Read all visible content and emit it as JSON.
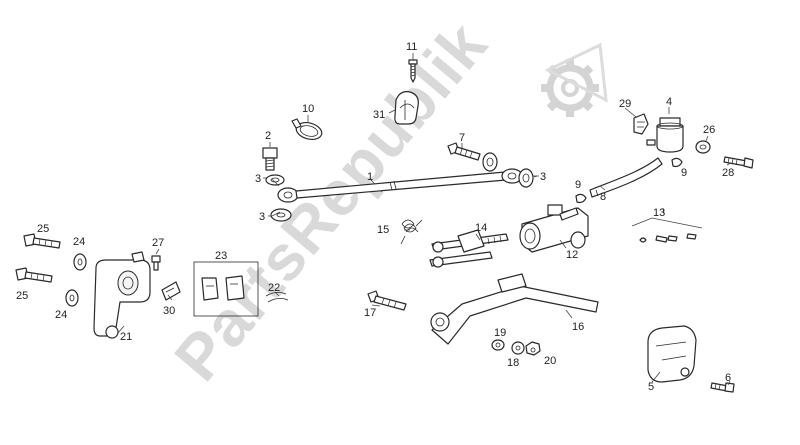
{
  "watermark": {
    "text": "PartsRepublik",
    "icon": "gear-icon"
  },
  "callouts": {
    "c1": "1",
    "c2": "2",
    "c3a": "3",
    "c3b": "3",
    "c3c": "3",
    "c4": "4",
    "c5": "5",
    "c6": "6",
    "c7": "7",
    "c8": "8",
    "c9a": "9",
    "c9b": "9",
    "c10": "10",
    "c11": "11",
    "c12": "12",
    "c13": "13",
    "c14": "14",
    "c15": "15",
    "c16": "16",
    "c17": "17",
    "c18": "18",
    "c19": "19",
    "c20": "20",
    "c21": "21",
    "c22": "22",
    "c23": "23",
    "c24a": "24",
    "c24b": "24",
    "c25a": "25",
    "c25b": "25",
    "c26": "26",
    "c27": "27",
    "c28": "28",
    "c29": "29",
    "c30": "30",
    "c31": "31"
  }
}
